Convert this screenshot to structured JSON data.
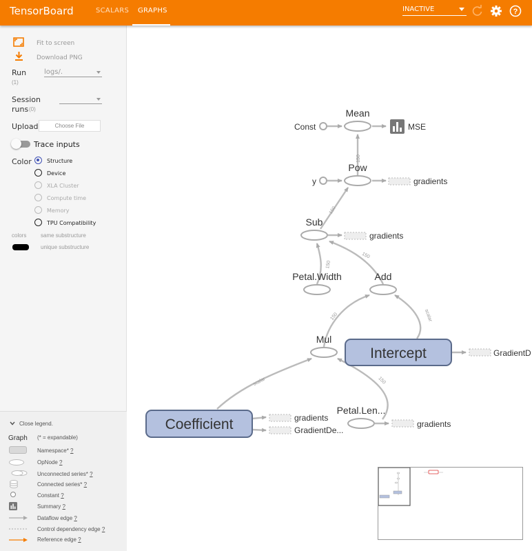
{
  "app": {
    "title": "TensorBoard"
  },
  "tabs": [
    {
      "label": "SCALARS",
      "active": false
    },
    {
      "label": "GRAPHS",
      "active": true
    }
  ],
  "header": {
    "run_status": "INACTIVE",
    "icons": [
      "refresh-icon",
      "settings-icon",
      "help-icon"
    ]
  },
  "sidebar": {
    "fit_label": "Fit to screen",
    "download_label": "Download PNG",
    "run_label": "Run",
    "run_count": "(1)",
    "run_value": "logs/.",
    "session_label_1": "Session",
    "session_label_2": "runs",
    "session_count": "(0)",
    "upload_label": "Upload",
    "upload_button": "Choose File",
    "trace_label": "Trace inputs",
    "color_label": "Color",
    "color_options": [
      {
        "label": "Structure",
        "checked": true,
        "enabled": true
      },
      {
        "label": "Device",
        "checked": false,
        "enabled": true
      },
      {
        "label": "XLA Cluster",
        "checked": false,
        "enabled": false
      },
      {
        "label": "Compute time",
        "checked": false,
        "enabled": false
      },
      {
        "label": "Memory",
        "checked": false,
        "enabled": false
      },
      {
        "label": "TPU Compatibility",
        "checked": false,
        "enabled": true
      }
    ],
    "colors_label": "colors",
    "same_substructure": "same substructure",
    "unique_substructure": "unique substructure"
  },
  "legend": {
    "close_label": "Close legend.",
    "graph_label": "Graph",
    "expandable_note": "(* = expandable)",
    "items": [
      {
        "label": "Namespace*",
        "help": "?"
      },
      {
        "label": "OpNode",
        "help": "?"
      },
      {
        "label": "Unconnected series*",
        "help": "?"
      },
      {
        "label": "Connected series*",
        "help": "?"
      },
      {
        "label": "Constant",
        "help": "?"
      },
      {
        "label": "Summary",
        "help": "?"
      },
      {
        "label": "Dataflow edge",
        "help": "?"
      },
      {
        "label": "Control dependency edge",
        "help": "?"
      },
      {
        "label": "Reference edge",
        "help": "?"
      }
    ]
  },
  "graph": {
    "nodes": {
      "mean": "Mean",
      "const": "Const",
      "mse": "MSE",
      "pow": "Pow",
      "y": "y",
      "sub": "Sub",
      "petal_width": "Petal.Width",
      "add": "Add",
      "mul": "Mul",
      "intercept": "Intercept",
      "coefficient": "Coefficient",
      "petal_length": "Petal.Len..."
    },
    "gradient_labels": {
      "pow": "gradients",
      "sub": "gradients",
      "intercept": "GradientD",
      "coefficient_1": "gradients",
      "coefficient_2": "GradientDe...",
      "petal_length": "gradients"
    },
    "edge_labels": {
      "pow_mean": "150",
      "sub_pow": "150",
      "petal_sub": "150",
      "add_sub": "150",
      "mul_add": "150",
      "intercept_add": "scalar",
      "coef_mul": "scalar",
      "petal_mul": "150"
    }
  },
  "colors": {
    "accent": "#f57c00",
    "namespace_fill": "#b4c1df",
    "namespace_stroke": "#5a6a8a",
    "edge": "#bbbbbb"
  }
}
